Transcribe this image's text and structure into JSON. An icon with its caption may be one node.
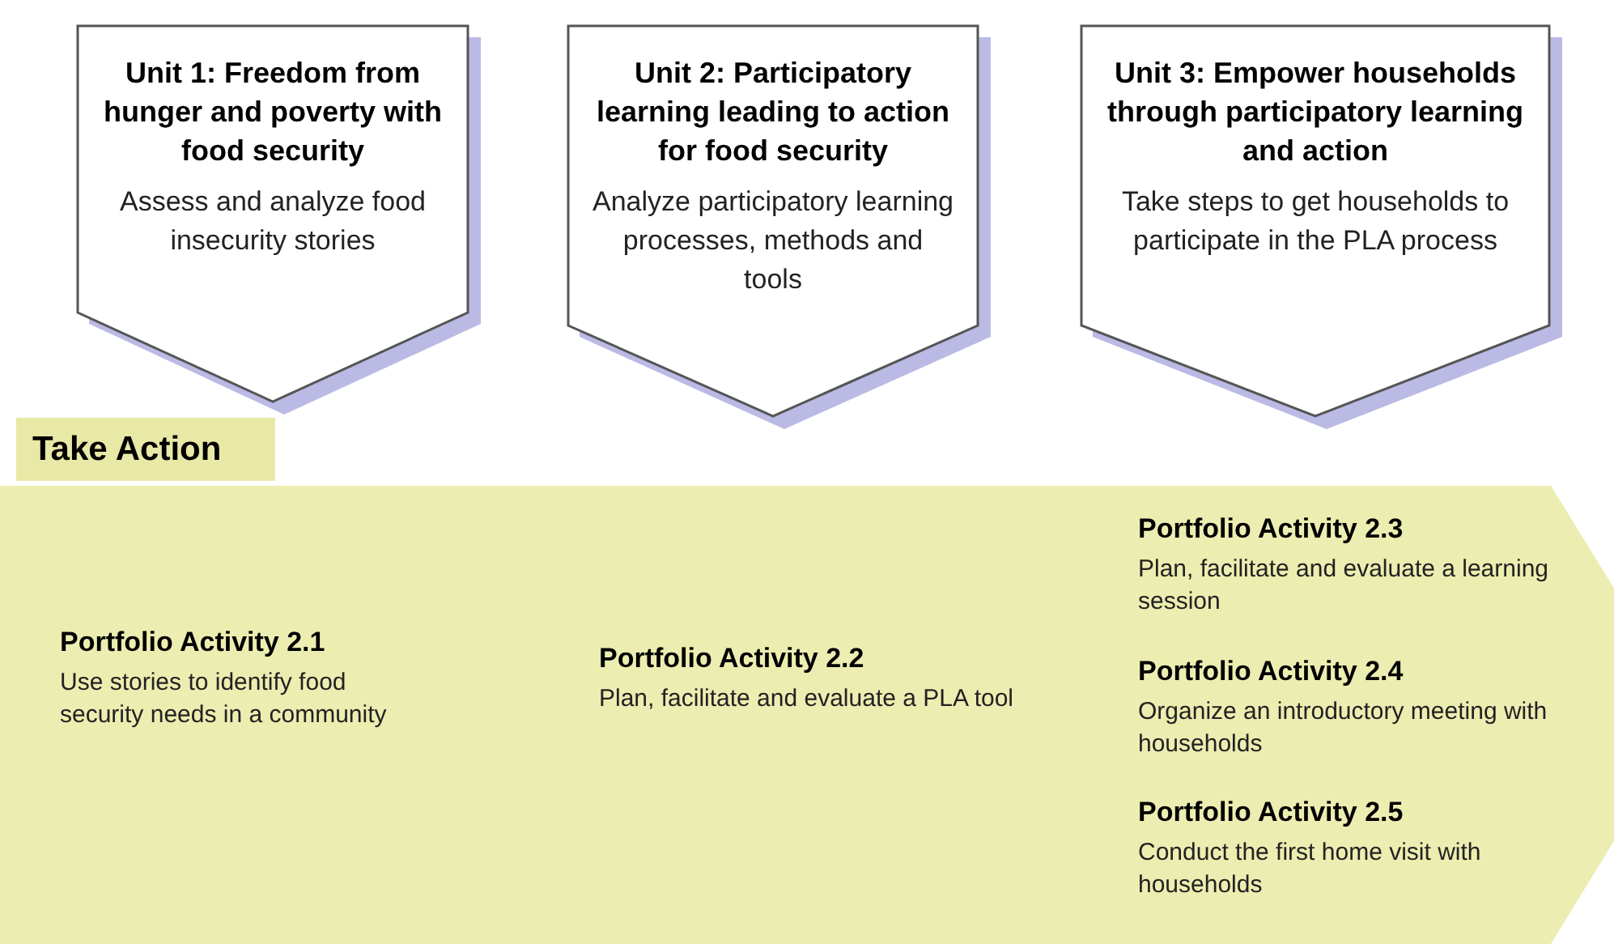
{
  "diagram": {
    "nodes": [
      {
        "text": [
          "Unit 1: Freedom from hunger and poverty with food security",
          "Assess and analyze food insecurity stories"
        ]
      },
      {
        "text": [
          "Unit 2: Participatory learning leading to action for food security",
          "Analyze participatory learning processes, methods and tools"
        ]
      },
      {
        "text": [
          "Unit 3: Empower households through participatory learning and action",
          "Take steps to get households to participate in the PLA process"
        ]
      },
      {
        "text": [
          "Take Action"
        ]
      },
      {
        "text": [
          "Portfolio Activity 2.1",
          "Use stories to identify food security needs in a community",
          "Portfolio Activity 2.2",
          "Plan, facilitate and evaluate a PLA tool",
          "Portfolio Activity 2.3",
          "Plan, facilitate and evaluate a learning session",
          "Portfolio Activity 2.4",
          "Organize an introductory meeting with households",
          "Portfolio Activity 2.5",
          "Conduct the first home visit with households"
        ]
      }
    ]
  }
}
